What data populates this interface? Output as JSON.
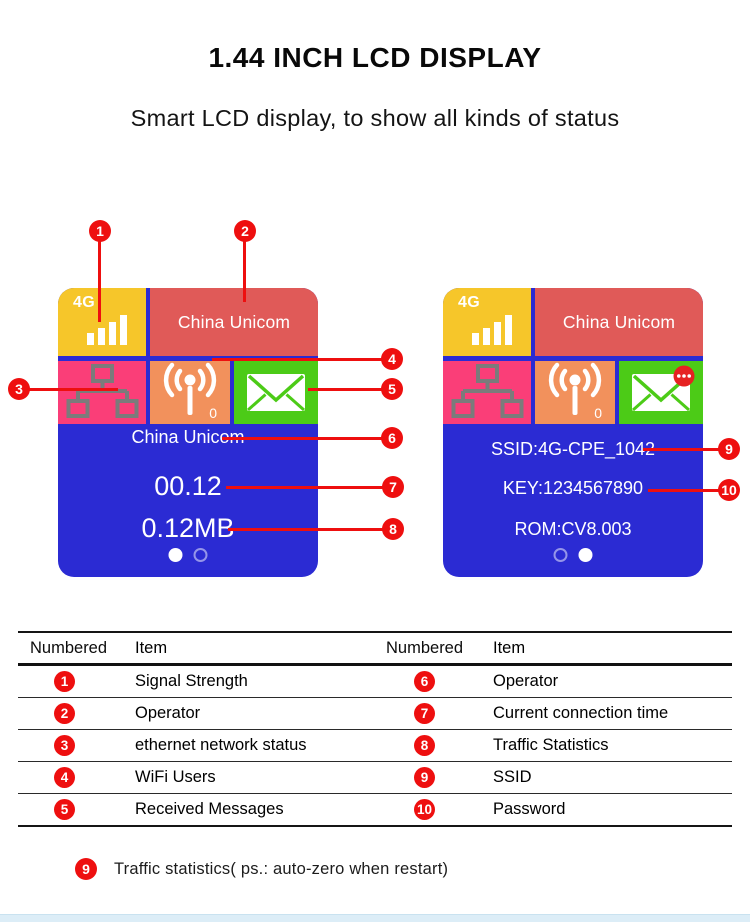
{
  "title": "1.44 INCH LCD DISPLAY",
  "subtitle": "Smart LCD display, to show all kinds of status",
  "lcd_left": {
    "network_type": "4G",
    "operator_banner": "China Unicom",
    "wifi_users": "0",
    "operator": "China Unicom",
    "connection_time": "00.12",
    "traffic": "0.12MB"
  },
  "lcd_right": {
    "network_type": "4G",
    "operator_banner": "China Unicom",
    "wifi_users": "0",
    "ssid": "SSID:4G-CPE_1042",
    "key": "KEY:1234567890",
    "rom": "ROM:CV8.003"
  },
  "callouts": {
    "n1": "1",
    "n2": "2",
    "n3": "3",
    "n4": "4",
    "n5": "5",
    "n6": "6",
    "n7": "7",
    "n8": "8",
    "n9": "9",
    "n10": "10"
  },
  "legend": {
    "header_numbered": "Numbered",
    "header_item": "Item",
    "rows": [
      {
        "left_num": "1",
        "left_item": "Signal Strength",
        "right_num": "6",
        "right_item": "Operator"
      },
      {
        "left_num": "2",
        "left_item": "Operator",
        "right_num": "7",
        "right_item": "Current connection time"
      },
      {
        "left_num": "3",
        "left_item": "ethernet network status",
        "right_num": "8",
        "right_item": "Traffic Statistics"
      },
      {
        "left_num": "4",
        "left_item": "WiFi Users",
        "right_num": "9",
        "right_item": "SSID"
      },
      {
        "left_num": "5",
        "left_item": "Received Messages",
        "right_num": "10",
        "right_item": "Password"
      }
    ]
  },
  "footnote": {
    "num": "9",
    "text": "Traffic statistics( ps.: auto-zero when restart)"
  },
  "colors": {
    "lcd_blue": "#2B2BD3",
    "tile_yellow": "#F6C62A",
    "tile_red": "#E05A58",
    "tile_pink": "#FA3E78",
    "tile_orange": "#F2915C",
    "tile_green": "#4CCB17",
    "callout_red": "#EE0F0F",
    "bottom_bar": "#DCEDF7"
  }
}
